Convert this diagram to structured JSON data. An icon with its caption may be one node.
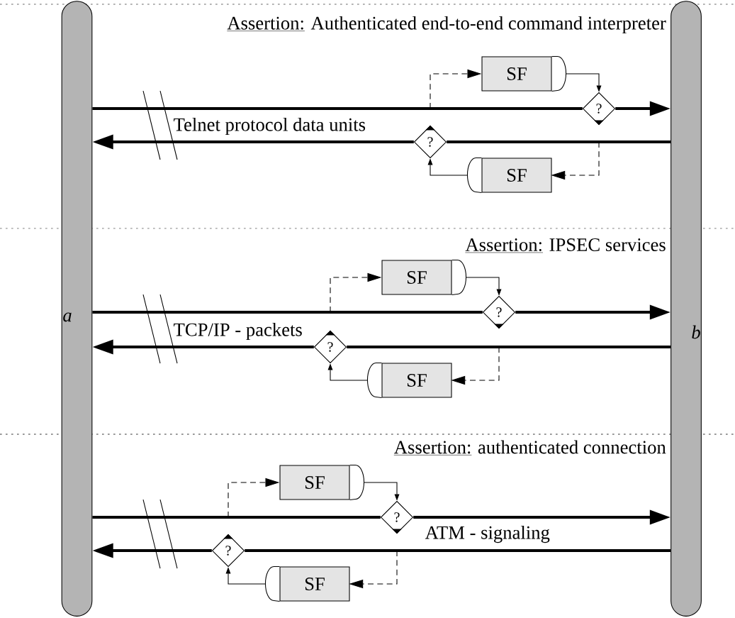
{
  "diagram": {
    "nodes": [
      {
        "text": [
          "a"
        ]
      },
      {
        "text": [
          "b"
        ]
      },
      {
        "text": [
          "SF"
        ]
      },
      {
        "text": [
          "?"
        ]
      },
      {
        "text": [
          "?"
        ]
      },
      {
        "text": [
          "SF"
        ]
      },
      {
        "text": [
          "SF"
        ]
      },
      {
        "text": [
          "?"
        ]
      },
      {
        "text": [
          "?"
        ]
      },
      {
        "text": [
          "SF"
        ]
      },
      {
        "text": [
          "SF"
        ]
      },
      {
        "text": [
          "?"
        ]
      },
      {
        "text": [
          "?"
        ]
      },
      {
        "text": [
          "SF"
        ]
      }
    ],
    "edges": [
      {
        "from": 0,
        "to": 3,
        "arrow": "none",
        "style": "thick"
      },
      {
        "from": 3,
        "to": 1,
        "arrow": "to",
        "style": "thick"
      },
      {
        "from": 1,
        "to": 4,
        "arrow": "none",
        "style": "thick"
      },
      {
        "from": 4,
        "to": 0,
        "arrow": "to",
        "style": "thick",
        "label": "Telnet protocol data units"
      },
      {
        "from": null,
        "to": 2,
        "arrow": "to",
        "style": "dashed"
      },
      {
        "from": 2,
        "to": 3,
        "arrow": "to"
      },
      {
        "from": null,
        "to": 5,
        "arrow": "to",
        "style": "dashed"
      },
      {
        "from": 5,
        "to": 4,
        "arrow": "to"
      },
      {
        "from": 0,
        "to": 7,
        "arrow": "none",
        "style": "thick"
      },
      {
        "from": 7,
        "to": 1,
        "arrow": "to",
        "style": "thick"
      },
      {
        "from": 1,
        "to": 8,
        "arrow": "none",
        "style": "thick"
      },
      {
        "from": 8,
        "to": 0,
        "arrow": "to",
        "style": "thick",
        "label": "TCP/IP - packets"
      },
      {
        "from": null,
        "to": 6,
        "arrow": "to",
        "style": "dashed"
      },
      {
        "from": 6,
        "to": 7,
        "arrow": "to"
      },
      {
        "from": null,
        "to": 9,
        "arrow": "to",
        "style": "dashed"
      },
      {
        "from": 9,
        "to": 8,
        "arrow": "to"
      },
      {
        "from": 0,
        "to": 11,
        "arrow": "none",
        "style": "thick"
      },
      {
        "from": 11,
        "to": 1,
        "arrow": "to",
        "style": "thick"
      },
      {
        "from": 1,
        "to": 12,
        "arrow": "none",
        "style": "thick",
        "label": "ATM - signaling"
      },
      {
        "from": 12,
        "to": 0,
        "arrow": "to",
        "style": "thick"
      },
      {
        "from": null,
        "to": 10,
        "arrow": "to",
        "style": "dashed"
      },
      {
        "from": 10,
        "to": 11,
        "arrow": "to"
      },
      {
        "from": null,
        "to": 13,
        "arrow": "to",
        "style": "dashed"
      },
      {
        "from": 13,
        "to": 12,
        "arrow": "to"
      }
    ],
    "labels": [
      "Assertion:",
      "Authenticated end-to-end command interpreter",
      "Assertion:",
      "IPSEC services",
      "Assertion:",
      "authenticated connection"
    ]
  }
}
